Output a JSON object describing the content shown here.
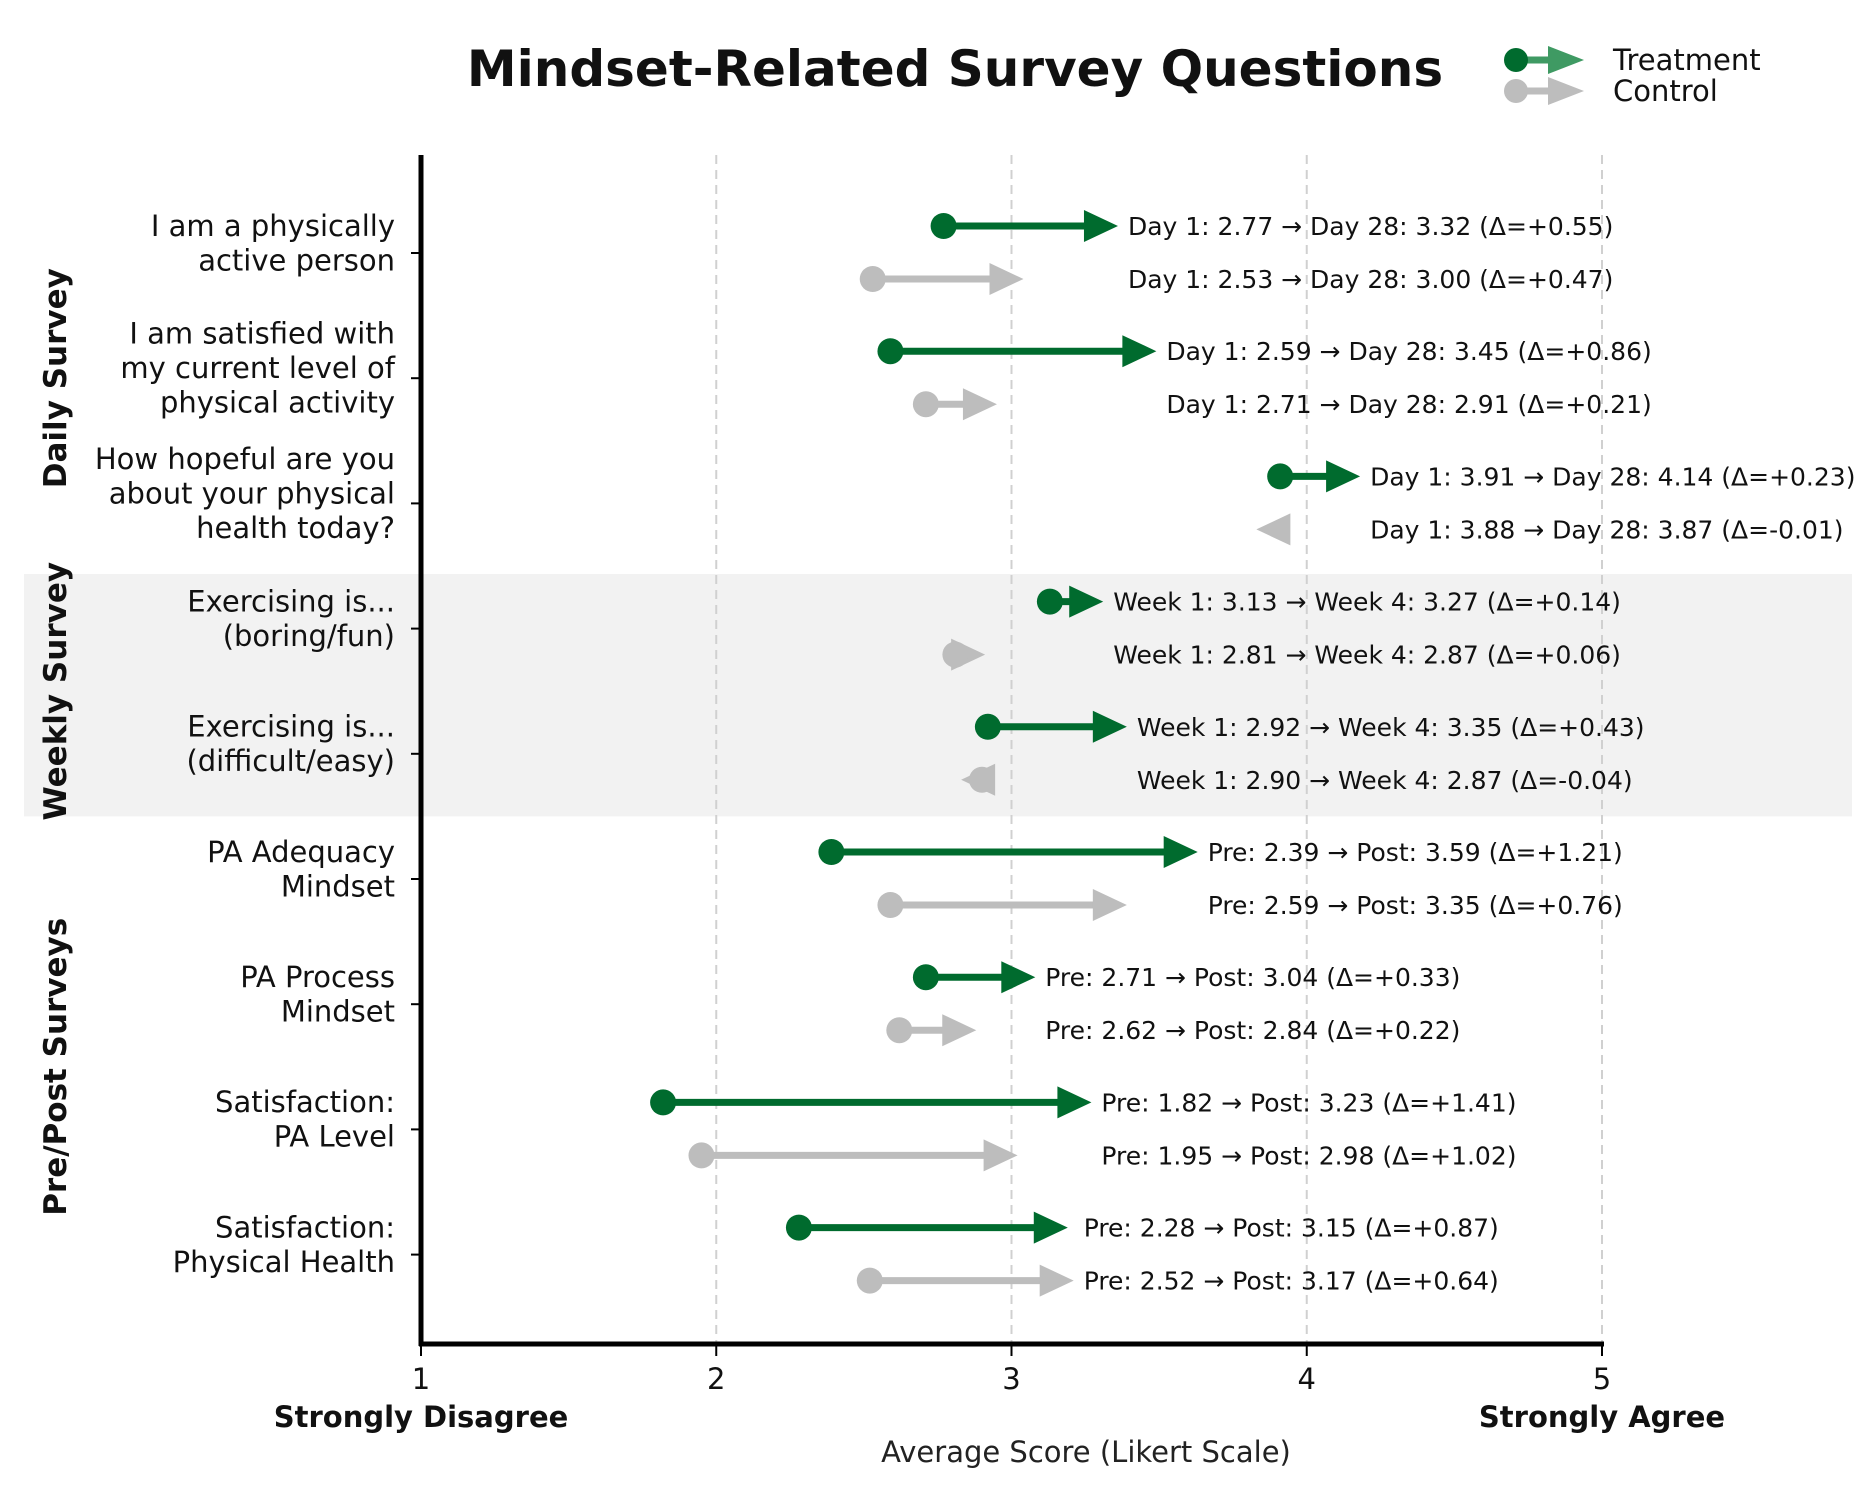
{
  "chart_data": {
    "type": "dumbbell-arrow",
    "title": "Mindset-Related Survey Questions",
    "xlabel": "Average Score (Likert Scale)",
    "xlim": [
      1,
      5
    ],
    "xticks": [
      "1",
      "2",
      "3",
      "4",
      "5"
    ],
    "xtick_values": [
      1,
      2,
      3,
      4,
      5
    ],
    "x_end_labels": {
      "left": "Strongly Disagree",
      "right": "Strongly Agree"
    },
    "grid": "vertical dashed",
    "legend": {
      "placement": "top-right",
      "entries": [
        {
          "name": "Treatment",
          "color": "#006b2e"
        },
        {
          "name": "Control",
          "color": "#bdbdbd"
        }
      ]
    },
    "colors": {
      "treatment": "#006b2e",
      "treatment_legend_arrow": "#3f9a63",
      "control": "#bdbdbd",
      "group_band": "#f2f2f2",
      "grid": "#d0d0d0"
    },
    "groups": [
      {
        "name": "Daily Survey",
        "shaded": false
      },
      {
        "name": "Weekly Survey",
        "shaded": true
      },
      {
        "name": "Pre/Post Surveys",
        "shaded": false
      }
    ],
    "items": [
      {
        "group": 0,
        "label_lines": [
          "I am a physically",
          "active person"
        ],
        "treatment": {
          "start": 2.77,
          "end": 3.32,
          "label": "Day 1: 2.77 → Day 28: 3.32 (Δ=+0.55)"
        },
        "control": {
          "start": 2.53,
          "end": 3.0,
          "label": "Day 1: 2.53 → Day 28: 3.00 (Δ=+0.47)"
        }
      },
      {
        "group": 0,
        "label_lines": [
          "I am satisfied with",
          "my current level of",
          "physical activity"
        ],
        "treatment": {
          "start": 2.59,
          "end": 3.45,
          "label": "Day 1: 2.59 → Day 28: 3.45 (Δ=+0.86)"
        },
        "control": {
          "start": 2.71,
          "end": 2.91,
          "label": "Day 1: 2.71 → Day 28: 2.91 (Δ=+0.21)"
        }
      },
      {
        "group": 0,
        "label_lines": [
          "How hopeful are you",
          "about your physical",
          "health today?"
        ],
        "treatment": {
          "start": 3.91,
          "end": 4.14,
          "label": "Day 1: 3.91 → Day 28: 4.14 (Δ=+0.23)"
        },
        "control": {
          "start": 3.88,
          "end": 3.87,
          "label": "Day 1: 3.88 → Day 28: 3.87 (Δ=-0.01)"
        }
      },
      {
        "group": 1,
        "label_lines": [
          "Exercising is...",
          "(boring/fun)"
        ],
        "treatment": {
          "start": 3.13,
          "end": 3.27,
          "label": "Week 1: 3.13 → Week 4: 3.27 (Δ=+0.14)"
        },
        "control": {
          "start": 2.81,
          "end": 2.87,
          "label": "Week 1: 2.81 → Week 4: 2.87 (Δ=+0.06)"
        }
      },
      {
        "group": 1,
        "label_lines": [
          "Exercising is...",
          "(difficult/easy)"
        ],
        "treatment": {
          "start": 2.92,
          "end": 3.35,
          "label": "Week 1: 2.92 → Week 4: 3.35 (Δ=+0.43)"
        },
        "control": {
          "start": 2.9,
          "end": 2.87,
          "label": "Week 1: 2.90 → Week 4: 2.87 (Δ=-0.04)"
        }
      },
      {
        "group": 2,
        "label_lines": [
          "PA Adequacy",
          "Mindset"
        ],
        "treatment": {
          "start": 2.39,
          "end": 3.59,
          "label": "Pre: 2.39 → Post: 3.59 (Δ=+1.21)"
        },
        "control": {
          "start": 2.59,
          "end": 3.35,
          "label": "Pre: 2.59 → Post: 3.35 (Δ=+0.76)"
        }
      },
      {
        "group": 2,
        "label_lines": [
          "PA Process",
          "Mindset"
        ],
        "treatment": {
          "start": 2.71,
          "end": 3.04,
          "label": "Pre: 2.71 → Post: 3.04 (Δ=+0.33)"
        },
        "control": {
          "start": 2.62,
          "end": 2.84,
          "label": "Pre: 2.62 → Post: 2.84 (Δ=+0.22)"
        }
      },
      {
        "group": 2,
        "label_lines": [
          "Satisfaction:",
          "PA Level"
        ],
        "treatment": {
          "start": 1.82,
          "end": 3.23,
          "label": "Pre: 1.82 → Post: 3.23 (Δ=+1.41)"
        },
        "control": {
          "start": 1.95,
          "end": 2.98,
          "label": "Pre: 1.95 → Post: 2.98 (Δ=+1.02)"
        }
      },
      {
        "group": 2,
        "label_lines": [
          "Satisfaction:",
          "Physical Health"
        ],
        "treatment": {
          "start": 2.28,
          "end": 3.15,
          "label": "Pre: 2.28 → Post: 3.15 (Δ=+0.87)"
        },
        "control": {
          "start": 2.52,
          "end": 3.17,
          "label": "Pre: 2.52 → Post: 3.17 (Δ=+0.64)"
        }
      }
    ]
  }
}
